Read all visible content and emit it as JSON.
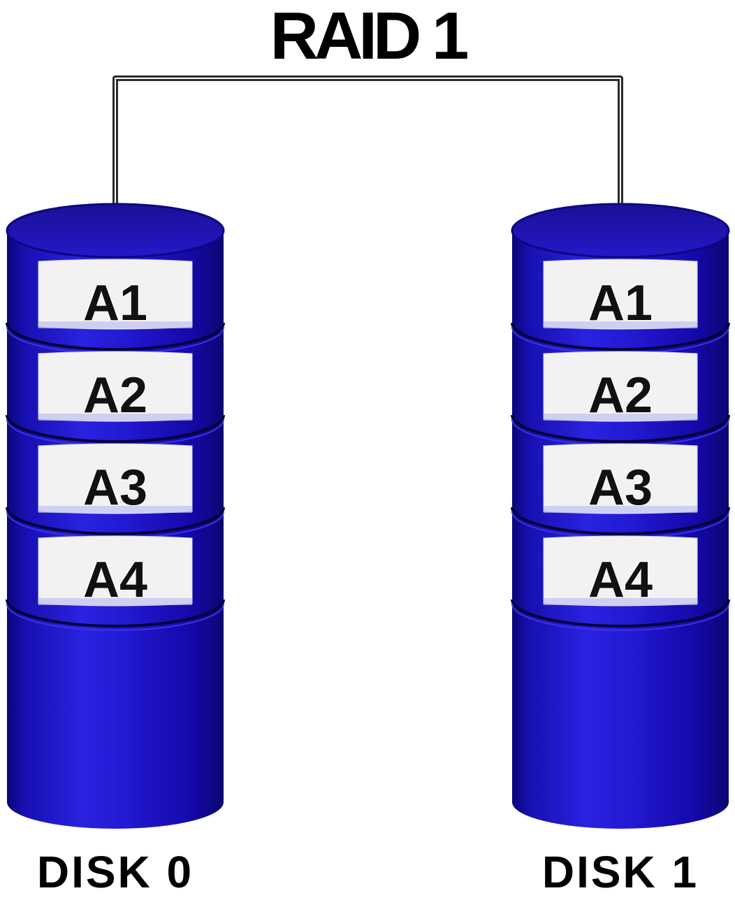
{
  "title": "RAID 1",
  "colors": {
    "disk_body": "#1a12c8",
    "disk_dark": "#0c0880",
    "disk_top": "#1d14b8",
    "block_fill": "#f2f2f2",
    "connector": "#2b2b2b"
  },
  "disks": [
    {
      "label": "DISK 0",
      "blocks": [
        "A1",
        "A2",
        "A3",
        "A4"
      ]
    },
    {
      "label": "DISK 1",
      "blocks": [
        "A1",
        "A2",
        "A3",
        "A4"
      ]
    }
  ]
}
